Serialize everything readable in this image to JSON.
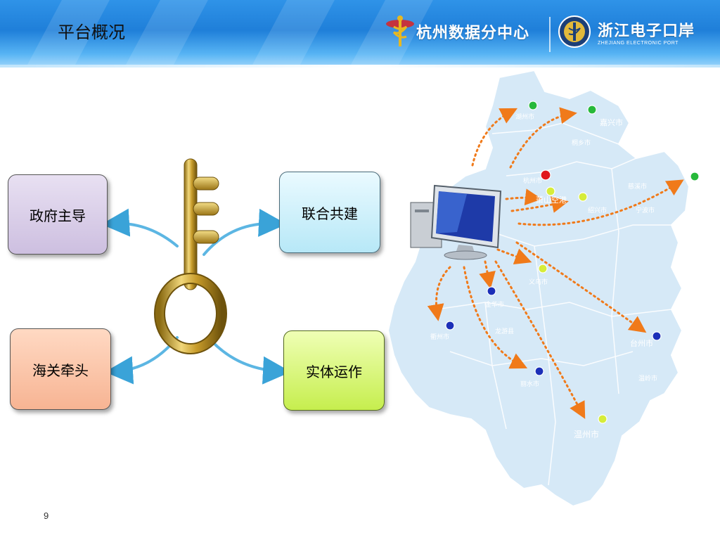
{
  "header": {
    "title": "平台概况",
    "logo1_text": "杭州数据分中心",
    "logo2_text": "浙江电子口岸",
    "logo2_sub": "ZHEJIANG ELECTRONIC PORT"
  },
  "boxes": {
    "government": "政府主导",
    "joint": "联合共建",
    "customs": "海关牵头",
    "entity": "实体运作"
  },
  "map": {
    "cities": {
      "huzhou": "湖州市",
      "jiaxing": "嘉兴市",
      "tongxiang": "桐乡市",
      "hangzhou": "杭州市",
      "xiaoshan": "萧山空港",
      "shaoxing": "绍兴市",
      "cixi": "慈溪市",
      "ningbo": "宁波市",
      "yiwu": "义乌市",
      "jinhua": "金华市",
      "quzhou": "衢州市",
      "longyou": "龙游县",
      "lishui": "丽水市",
      "taizhou": "台州市",
      "wenling": "温岭市",
      "wenzhou": "温州市"
    },
    "colors": {
      "land": "#d6e9f7",
      "arrow": "#f07a1a",
      "red": "#e0161b",
      "green": "#27b93a",
      "yellow": "#d6ec3a",
      "blue": "#1b2fb8"
    }
  },
  "footer": {
    "page": "9"
  }
}
